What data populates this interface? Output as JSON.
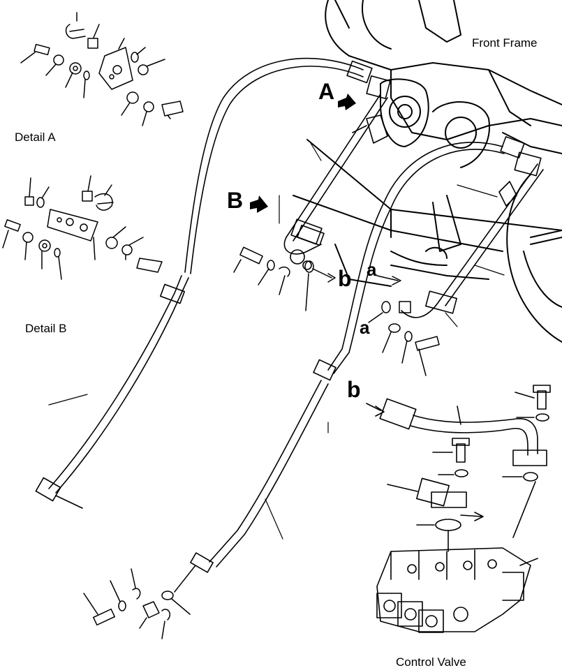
{
  "labels": {
    "front_frame": "Front Frame",
    "detail_a": "Detail A",
    "detail_b": "Detail B",
    "control_valve": "Control Valve",
    "callout_a": "A",
    "callout_b": "B",
    "ref_b_top": "b",
    "ref_b_lower": "b",
    "ref_a_top": "a",
    "ref_a_lower": "a"
  },
  "colors": {
    "line": "#000000",
    "background": "#ffffff"
  }
}
